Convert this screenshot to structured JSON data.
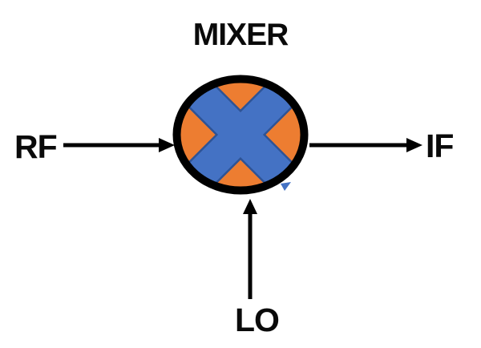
{
  "diagram": {
    "title": "MIXER",
    "ports": {
      "rf": {
        "label": "RF",
        "role": "input",
        "side": "left"
      },
      "if": {
        "label": "IF",
        "role": "output",
        "side": "right"
      },
      "lo": {
        "label": "LO",
        "role": "input",
        "side": "bottom"
      }
    },
    "symbol": "multiply-cross-in-circle",
    "colors": {
      "background": "#FFFFFF",
      "outline": "#000000",
      "circle_fill": "#ED7D31",
      "cross_fill": "#4472C4",
      "cross_stroke": "#2E5395",
      "arrow": "#000000",
      "text": "#0A0A0A"
    }
  }
}
